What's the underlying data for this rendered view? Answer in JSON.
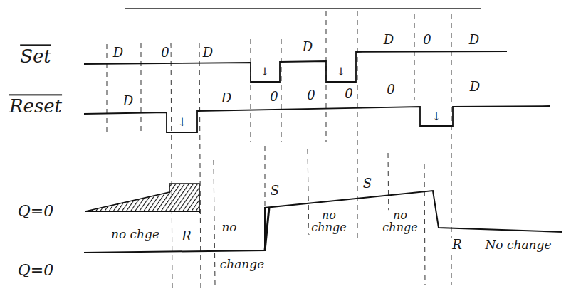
{
  "diagram": {
    "labels": [
      "Set",
      "D",
      "0",
      "D",
      "↓",
      "D",
      "↓",
      "D",
      "0",
      "D",
      "Reset",
      "D",
      "↓",
      "D",
      "0",
      "0",
      "0",
      "0",
      "↓",
      "D",
      "Q=0",
      "Q=0",
      "no chge",
      "R",
      "no",
      "change",
      "S",
      "no chnge",
      "S",
      "no chnge",
      "R",
      "No change"
    ]
  }
}
